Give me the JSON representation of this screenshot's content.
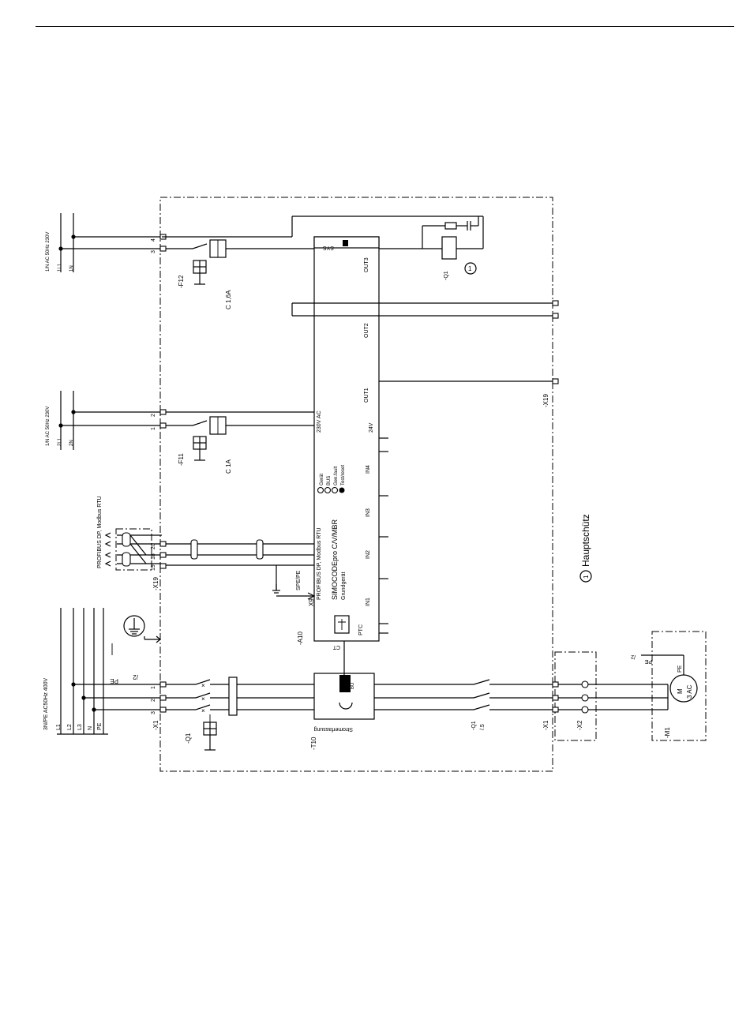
{
  "supply": {
    "main": "3N/PE AC50Hz 400V",
    "phases": [
      "L1",
      "L2",
      "L3",
      "N",
      "PE"
    ],
    "ctrl_230_top": "1/N AC 50Hz 230V",
    "ctrl_230_top_lines": [
      "1L1",
      "1N"
    ],
    "ctrl_230_mid": "1/N AC 50Hz 230V",
    "ctrl_230_mid_lines": [
      "2L1",
      "2N"
    ],
    "profibus": "PROFIBUS DP, Modbus RTU",
    "pe": "PE",
    "pe_ref": "/2"
  },
  "components": {
    "a10": "-A10",
    "device_name": "SIMOCODEpro C/V/MBR",
    "device_sub": "Grundgerät",
    "device_bus": "PROFIBUS DP, Modbus RTU",
    "leds": [
      "Gerät",
      "BUS",
      "Gen.fault",
      "Test/reset"
    ],
    "power": "230V AC",
    "inputs": [
      "IN1",
      "IN2",
      "IN3",
      "IN4"
    ],
    "outputs": [
      "OUT1",
      "OUT2",
      "OUT3"
    ],
    "sys": "SYS",
    "ptc": "PTC",
    "ct": "CT",
    "v24": "24V",
    "t10": "-T10",
    "current_sensing": "Stromerfassung",
    "bu": "BU",
    "f11": "-F11",
    "f11_rating": "C 1A",
    "f12": "-F12",
    "f12_rating": "C 1,6A",
    "q1": "-Q1",
    "q1_ref": "/.5",
    "x1": "-X1",
    "x2": "-X2",
    "x9": "X9",
    "x19": "-X19",
    "spe_pe": "SPE/PE",
    "m1": "-M1",
    "motor_m": "M",
    "motor_ac": "3 AC",
    "motor_pe": "PE",
    "motor_ref": "/2"
  },
  "legend": {
    "number": "1",
    "text": "Hauptschütz"
  }
}
